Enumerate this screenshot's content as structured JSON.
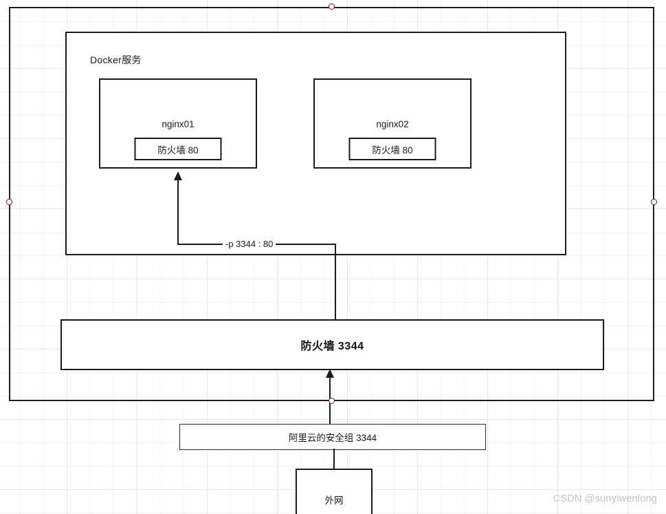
{
  "diagram": {
    "title": "Docker port mapping network diagram",
    "host_container": {
      "name": "host-boundary"
    },
    "docker": {
      "service_label": "Docker服务",
      "containers": [
        {
          "name": "nginx01",
          "firewall_label": "防火墙  80"
        },
        {
          "name": "nginx02",
          "firewall_label": "防火墙  80"
        }
      ]
    },
    "port_mapping_label": "-p 3344 : 80",
    "firewall": {
      "label": "防火墙   3344"
    },
    "security_group": {
      "label": "阿里云的安全组   3344"
    },
    "external_network": {
      "label": "外网"
    },
    "watermark": "CSDN @sunyiwenlong",
    "colors": {
      "stroke": "#1a1a1a",
      "background": "#ffffff",
      "grid_minor": "#f4f4f4",
      "grid_major": "#e8e8e8",
      "handle_border": "#6b2020",
      "watermark_text": "#bfc3c7"
    }
  }
}
